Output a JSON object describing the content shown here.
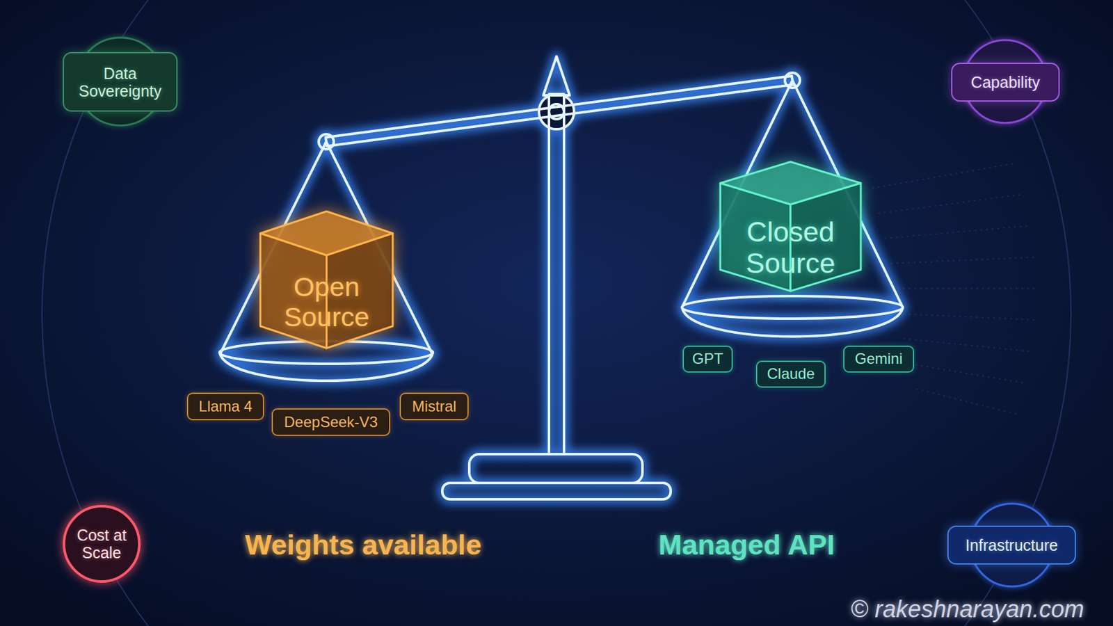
{
  "diagram": {
    "nodes": [
      {
        "text": [
          "Data Sovereignty"
        ]
      },
      {
        "text": [
          "Capability"
        ]
      },
      {
        "text": [
          "Open Source"
        ]
      },
      {
        "text": [
          "Closed Source"
        ]
      },
      {
        "text": [
          "Llama 4"
        ]
      },
      {
        "text": [
          "DeepSeek-V3"
        ]
      },
      {
        "text": [
          "Mistral"
        ]
      },
      {
        "text": [
          "GPT"
        ]
      },
      {
        "text": [
          "Claude"
        ]
      },
      {
        "text": [
          "Gemini"
        ]
      },
      {
        "text": [
          "Cost at Scale"
        ]
      },
      {
        "text": [
          "Infrastructure"
        ]
      }
    ],
    "labels": [
      "Weights available",
      "Managed API",
      "© rakeshnarayan.com"
    ]
  }
}
